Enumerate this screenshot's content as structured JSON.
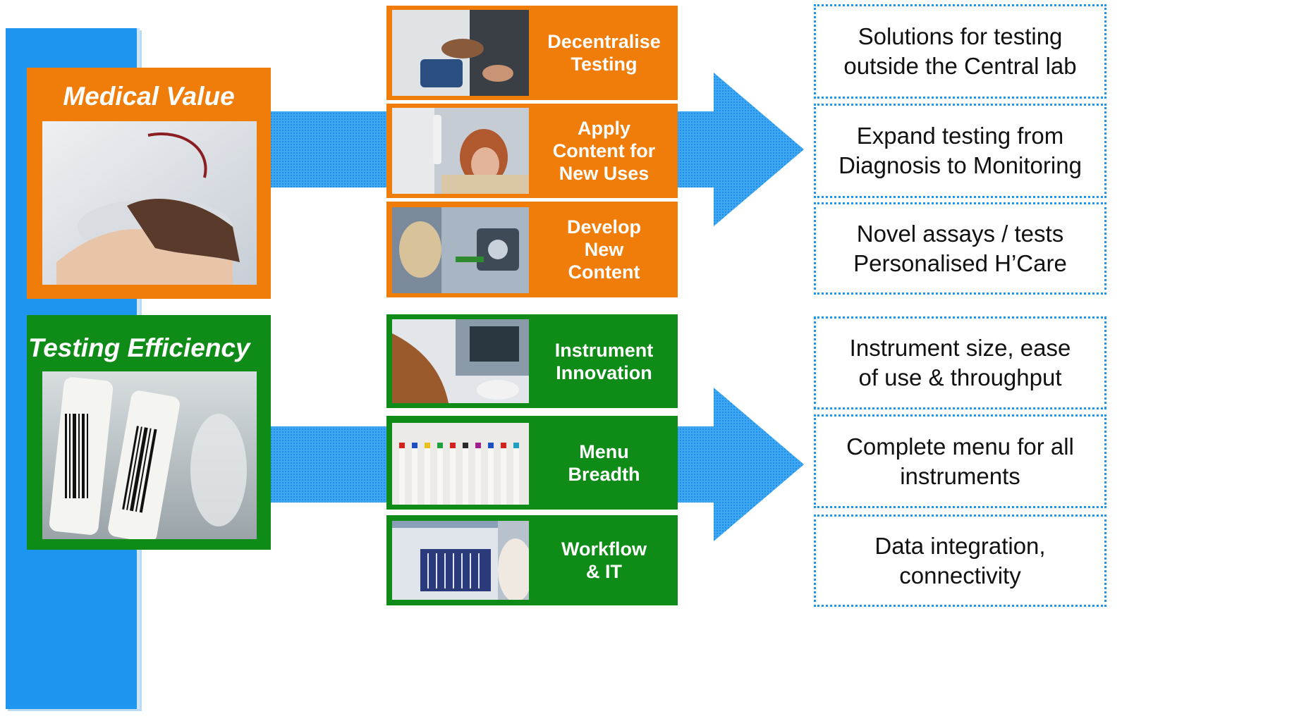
{
  "colors": {
    "orange": "#f07d0a",
    "green": "#0f8c18",
    "blue": "#1e96f0"
  },
  "pillars": [
    {
      "title": "Medical Value",
      "color": "orange",
      "photo": "hands-with-iv-line"
    },
    {
      "title": "Testing Efficiency",
      "color": "green",
      "photo": "barcoded-sample-tubes"
    }
  ],
  "cards": [
    {
      "label": "Decentralise\nTesting",
      "color": "orange",
      "photo": "patient-glucose-meter"
    },
    {
      "label": "Apply\nContent for\nNew Uses",
      "color": "orange",
      "photo": "patient-in-hospital-bed"
    },
    {
      "label": "Develop\nNew\nContent",
      "color": "orange",
      "photo": "lab-researcher"
    },
    {
      "label": "Instrument\nInnovation",
      "color": "green",
      "photo": "lab-instrument"
    },
    {
      "label": "Menu\nBreadth",
      "color": "green",
      "photo": "test-tubes-rack"
    },
    {
      "label": "Workflow\n& IT",
      "color": "green",
      "photo": "software-screen"
    }
  ],
  "outcomes": [
    "Solutions for testing\noutside the Central lab",
    "Expand testing from\nDiagnosis to Monitoring",
    "Novel assays / tests\nPersonalised H’Care",
    "Instrument size, ease\nof use & throughput",
    "Complete menu for all\ninstruments",
    "Data integration,\nconnectivity"
  ]
}
